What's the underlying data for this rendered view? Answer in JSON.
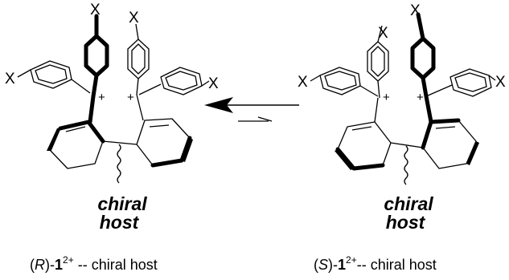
{
  "substituent_label": "X",
  "cation_charge": "+",
  "chiral_host_word1": "chiral",
  "chiral_host_word2": "host",
  "left_caption": {
    "prefix": "(",
    "configuration": "R",
    "close": ")-",
    "compound": "1",
    "charge": "2+",
    "rest": " -- chiral host"
  },
  "right_caption": {
    "prefix": "(",
    "configuration": "S",
    "close": ")-",
    "compound": "1",
    "charge": "2+",
    "rest": "-- chiral host"
  },
  "equilibrium": {
    "favored_direction": "left"
  }
}
